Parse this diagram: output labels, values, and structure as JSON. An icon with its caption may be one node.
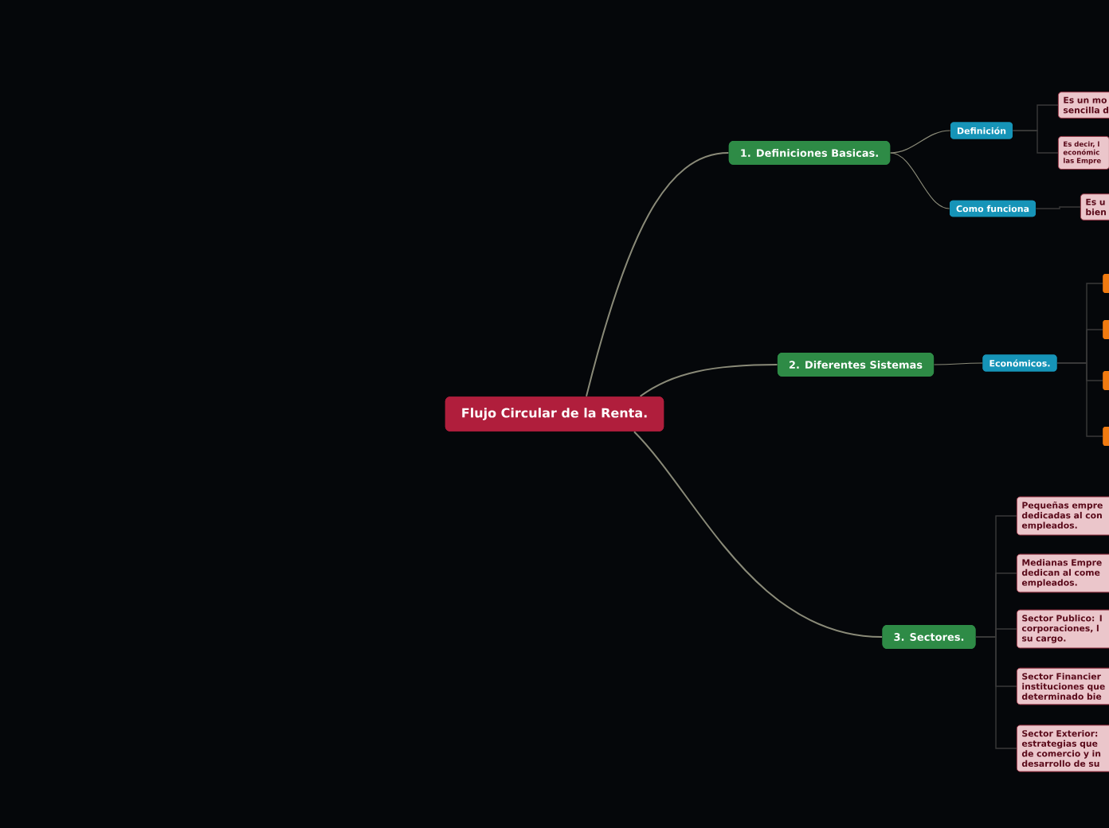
{
  "diagram": {
    "nodes": [
      {
        "text": [
          "Flujo Circular de la Renta."
        ]
      },
      {
        "text": [
          "1. Definiciones Basicas."
        ]
      },
      {
        "text": [
          "Definición"
        ]
      },
      {
        "text": [
          "Es un mo sencilla d"
        ]
      },
      {
        "text": [
          "Es decir, l económic las Empre"
        ]
      },
      {
        "text": [
          "Como funciona"
        ]
      },
      {
        "text": [
          "Es u bien"
        ]
      },
      {
        "text": [
          "2. Diferentes Sistemas"
        ]
      },
      {
        "text": [
          "Económicos."
        ]
      },
      {
        "text": [],
        "shape": "box"
      },
      {
        "text": [],
        "shape": "box"
      },
      {
        "text": [],
        "shape": "box"
      },
      {
        "text": [],
        "shape": "box"
      },
      {
        "text": [
          "3. Sectores."
        ]
      },
      {
        "text": [
          "Pequeñas empre dedicadas al con empleados."
        ]
      },
      {
        "text": [
          "Medianas Empre dedican al come empleados."
        ]
      },
      {
        "text": [
          "Sector Publico: I corporaciones, l su cargo."
        ]
      },
      {
        "text": [
          "Sector Financier instituciones que determinado bie"
        ]
      },
      {
        "text": [
          "Sector Exterior: estrategias que de comercio y in desarrollo de su"
        ]
      }
    ],
    "edges": [
      {
        "from": 0,
        "to": 1,
        "arrow": "none"
      },
      {
        "from": 0,
        "to": 7,
        "arrow": "none"
      },
      {
        "from": 0,
        "to": 13,
        "arrow": "none"
      },
      {
        "from": 1,
        "to": 2,
        "arrow": "none"
      },
      {
        "from": 1,
        "to": 5,
        "arrow": "none"
      },
      {
        "from": 2,
        "to": 3,
        "arrow": "none"
      },
      {
        "from": 2,
        "to": 4,
        "arrow": "none"
      },
      {
        "from": 5,
        "to": 6,
        "arrow": "none"
      },
      {
        "from": 7,
        "to": 8,
        "arrow": "none"
      },
      {
        "from": 8,
        "to": 9,
        "arrow": "none"
      },
      {
        "from": 8,
        "to": 10,
        "arrow": "none"
      },
      {
        "from": 8,
        "to": 11,
        "arrow": "none"
      },
      {
        "from": 8,
        "to": 12,
        "arrow": "none"
      },
      {
        "from": 13,
        "to": 14,
        "arrow": "none"
      },
      {
        "from": 13,
        "to": 15,
        "arrow": "none"
      },
      {
        "from": 13,
        "to": 16,
        "arrow": "none"
      },
      {
        "from": 13,
        "to": 17,
        "arrow": "none"
      },
      {
        "from": 13,
        "to": 18,
        "arrow": "none"
      }
    ]
  }
}
